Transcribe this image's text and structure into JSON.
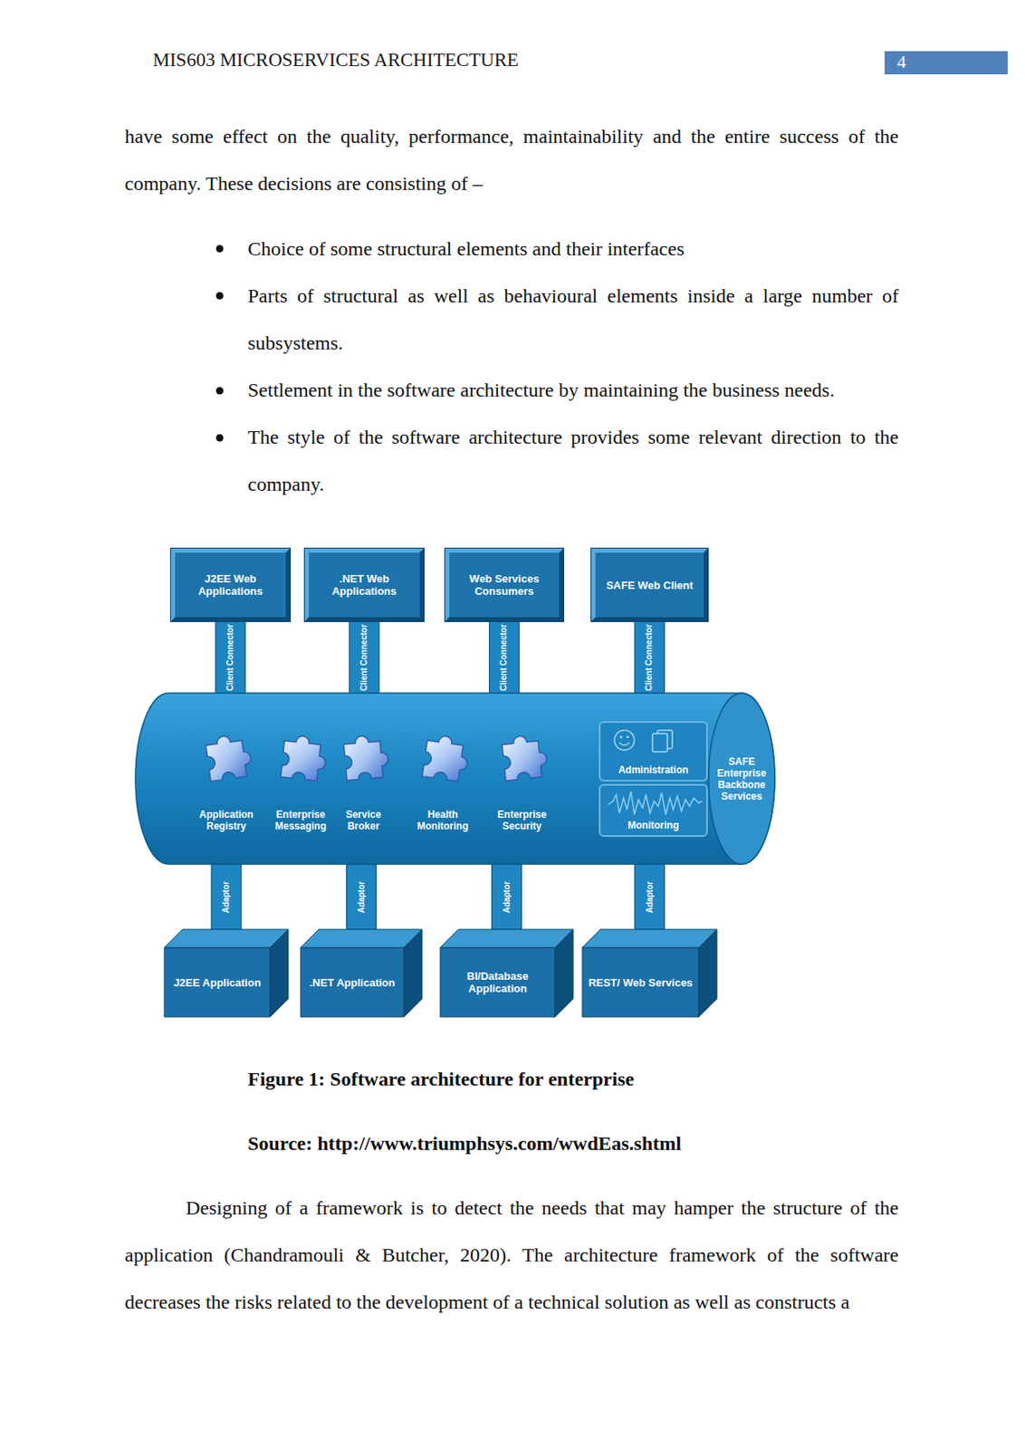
{
  "diagram": {
    "caption": "Figure 1: Software architecture for enterprise",
    "nodes": [
      {
        "text": [
          "J2EE Web Applications"
        ]
      },
      {
        "text": [
          ".NET Web Applications"
        ]
      },
      {
        "text": [
          "Web Services Consumers"
        ]
      },
      {
        "text": [
          "SAFE Web Client"
        ]
      },
      {
        "text": [
          "SAFE Enterprise Backbone Services"
        ]
      },
      {
        "text": [
          "Administration"
        ],
        "in": 4
      },
      {
        "text": [
          "Monitoring"
        ],
        "in": 4
      },
      {
        "text": [
          "J2EE Application"
        ]
      },
      {
        "text": [
          ".NET Application"
        ]
      },
      {
        "text": [
          "BI/Database Application"
        ]
      },
      {
        "text": [
          "REST/ Web Services"
        ]
      }
    ],
    "edges": [
      {
        "from": 0,
        "to": 4,
        "arrow": "none",
        "label": "Client Connector"
      },
      {
        "from": 1,
        "to": 4,
        "arrow": "none",
        "label": "Client Connector"
      },
      {
        "from": 2,
        "to": 4,
        "arrow": "none",
        "label": "Client Connector"
      },
      {
        "from": 3,
        "to": 4,
        "arrow": "none",
        "label": "Client Connector"
      },
      {
        "from": 4,
        "to": 7,
        "arrow": "none",
        "label": "Adaptor"
      },
      {
        "from": 4,
        "to": 8,
        "arrow": "none",
        "label": "Adaptor"
      },
      {
        "from": 4,
        "to": 9,
        "arrow": "none",
        "label": "Adaptor"
      },
      {
        "from": 4,
        "to": 10,
        "arrow": "none",
        "label": "Adaptor"
      }
    ],
    "labels": [
      "MIS603 MICROSERVICES ARCHITECTURE",
      "4",
      "have some effect on the quality, performance, maintainability and the entire success of the company. These decisions are consisting of –",
      "Choice of some structural elements and their interfaces",
      "Parts of structural as well as behavioural elements inside a large number of subsystems.",
      "Settlement in the software architecture by maintaining the business needs.",
      "The style of the software architecture provides some relevant direction to the company.",
      "Application Registry",
      "Enterprise Messaging",
      "Service Broker",
      "Health Monitoring",
      "Enterprise Security",
      "Source: http://www.triumphsys.com/wwdEas.shtml",
      "Designing of a framework is to detect the needs that may hamper the structure of the application (Chandramouli & Butcher, 2020). The architecture framework of the software decreases the risks related to the development of a technical solution as well as constructs a"
    ]
  }
}
